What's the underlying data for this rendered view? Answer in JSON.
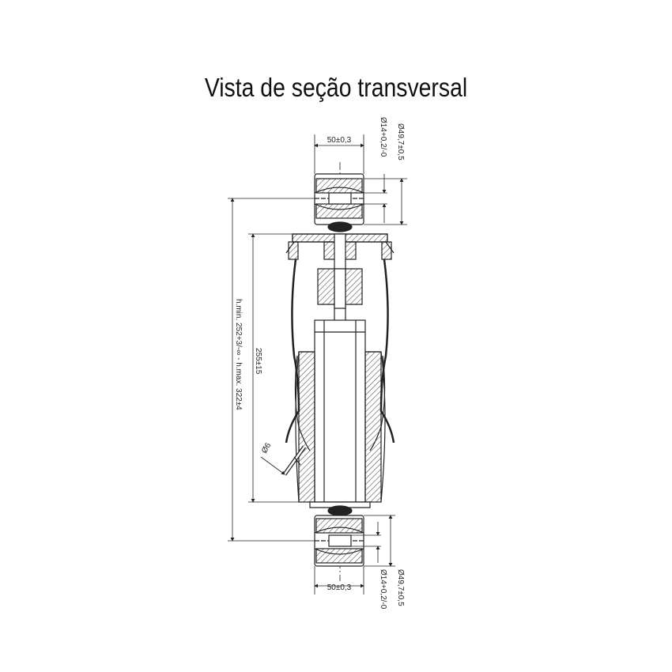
{
  "title": "Vista de seção transversal",
  "dimensions": {
    "top_width": "50±0,3",
    "top_pin_dia": "Ø14+0,2/-0",
    "top_eye_dia": "Ø49,7±0,5",
    "height_range": "h.min. 252+3/-∞ - h.max. 322±4",
    "stroke": "255±15",
    "valve_dia": "Ø6",
    "bottom_width": "50±0,3",
    "bottom_eye_dia": "Ø49,7±0,5",
    "bottom_pin_dia": "Ø14+0,2/-0"
  },
  "colors": {
    "line": "#222222",
    "hatch": "#555555"
  }
}
